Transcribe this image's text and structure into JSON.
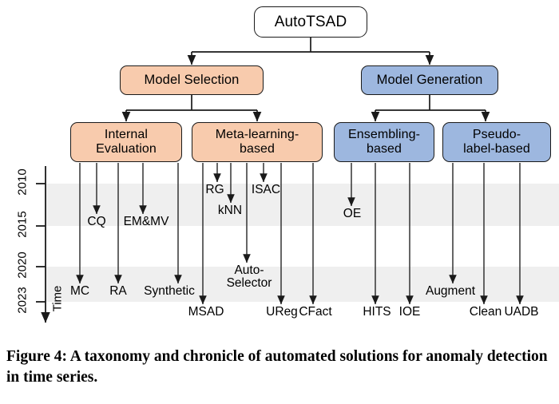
{
  "figure": {
    "caption": "Figure 4: A taxonomy and chronicle of automated solutions for anomaly detection in time series."
  },
  "colors": {
    "peach": "#F8CBAD",
    "blue": "#9DB7DF",
    "band": "#EFEFEF",
    "stroke": "#1a1a1a",
    "white": "#FFFFFF"
  },
  "taxonomy": {
    "root": {
      "label": "AutoTSAD"
    },
    "level2": [
      {
        "label": "Model Selection",
        "color": "peach"
      },
      {
        "label": "Model Generation",
        "color": "blue"
      }
    ],
    "level3": [
      {
        "label": "Internal Evaluation",
        "line1": "Internal",
        "line2": "Evaluation",
        "color": "peach"
      },
      {
        "label": "Meta-learning-based",
        "line1": "Meta-learning-",
        "line2": "based",
        "color": "peach"
      },
      {
        "label": "Ensembling-based",
        "line1": "Ensembling-",
        "line2": "based",
        "color": "blue"
      },
      {
        "label": "Pseudo-label-based",
        "line1": "Pseudo-",
        "line2": "label-based",
        "color": "blue"
      }
    ]
  },
  "timeline": {
    "axis_label": "Time",
    "years": [
      "2010",
      "2015",
      "2020",
      "2023"
    ]
  },
  "methods": {
    "internal_evaluation": [
      "MC",
      "CQ",
      "RA",
      "EM&MV",
      "Synthetic"
    ],
    "meta_learning_based": [
      "MSAD",
      "RG",
      "kNN",
      "Auto-Selector",
      "ISAC",
      "UReg",
      "CFact"
    ],
    "ensembling_based": [
      "OE",
      "HITS",
      "IOE"
    ],
    "pseudo_label_based": [
      "Augment",
      "Clean",
      "UADB"
    ]
  },
  "chart_data": {
    "type": "scatter",
    "title": "A taxonomy and chronicle of automated solutions for anomaly detection in time series",
    "xlabel": "",
    "ylabel": "Time",
    "ytick_labels": [
      "2010",
      "2015",
      "2020",
      "2023"
    ],
    "grid": "alternating horizontal bands",
    "legend": "none",
    "points": [
      {
        "name": "MC",
        "category": "Internal Evaluation",
        "year_band": "2023"
      },
      {
        "name": "CQ",
        "category": "Internal Evaluation",
        "year_band": "2015"
      },
      {
        "name": "RA",
        "category": "Internal Evaluation",
        "year_band": "2023"
      },
      {
        "name": "EM&MV",
        "category": "Internal Evaluation",
        "year_band": "2015"
      },
      {
        "name": "Synthetic",
        "category": "Internal Evaluation",
        "year_band": "2023"
      },
      {
        "name": "RG",
        "category": "Meta-learning-based",
        "year_band": "2010"
      },
      {
        "name": "kNN",
        "category": "Meta-learning-based",
        "year_band": "2013"
      },
      {
        "name": "ISAC",
        "category": "Meta-learning-based",
        "year_band": "2010"
      },
      {
        "name": "MSAD",
        "category": "Meta-learning-based",
        "year_band": "2023"
      },
      {
        "name": "Auto-Selector",
        "category": "Meta-learning-based",
        "year_band": "2020"
      },
      {
        "name": "UReg",
        "category": "Meta-learning-based",
        "year_band": "2023"
      },
      {
        "name": "CFact",
        "category": "Meta-learning-based",
        "year_band": "2023"
      },
      {
        "name": "OE",
        "category": "Ensembling-based",
        "year_band": "2014"
      },
      {
        "name": "HITS",
        "category": "Ensembling-based",
        "year_band": "2023"
      },
      {
        "name": "IOE",
        "category": "Ensembling-based",
        "year_band": "2023"
      },
      {
        "name": "Augment",
        "category": "Pseudo-label-based",
        "year_band": "2022"
      },
      {
        "name": "Clean",
        "category": "Pseudo-label-based",
        "year_band": "2023"
      },
      {
        "name": "UADB",
        "category": "Pseudo-label-based",
        "year_band": "2023"
      }
    ]
  }
}
